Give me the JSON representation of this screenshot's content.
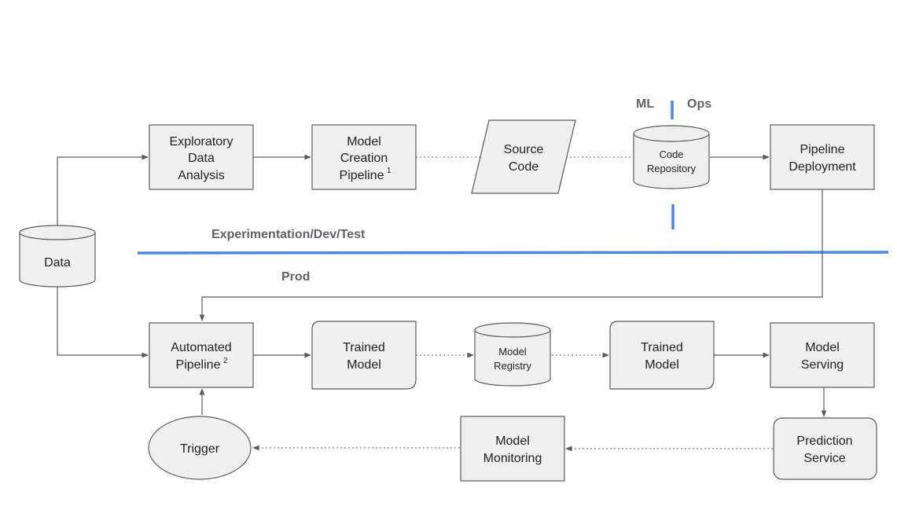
{
  "labels": {
    "ml": "ML",
    "ops": "Ops",
    "experimentation": "Experimentation/Dev/Test",
    "prod": "Prod"
  },
  "nodes": {
    "data": "Data",
    "eda": [
      "Exploratory",
      "Data",
      "Analysis"
    ],
    "model_creation": [
      "Model",
      "Creation",
      "Pipeline"
    ],
    "model_creation_sup": "1",
    "source_code": [
      "Source",
      "Code"
    ],
    "code_repo": [
      "Code",
      "Repository"
    ],
    "pipeline_deployment": [
      "Pipeline",
      "Deployment"
    ],
    "automated_pipeline": [
      "Automated",
      "Pipeline"
    ],
    "automated_pipeline_sup": "2",
    "trained_model_1": [
      "Trained",
      "Model"
    ],
    "model_registry": [
      "Model",
      "Registry"
    ],
    "trained_model_2": [
      "Trained",
      "Model"
    ],
    "model_serving": [
      "Model",
      "Serving"
    ],
    "trigger": "Trigger",
    "model_monitoring": [
      "Model",
      "Monitoring"
    ],
    "prediction_service": [
      "Prediction",
      "Service"
    ]
  },
  "colors": {
    "divider": "#4a86e8",
    "box_fill": "#efefef",
    "stroke": "#5a5a5a",
    "label_gray": "#5f6368"
  }
}
